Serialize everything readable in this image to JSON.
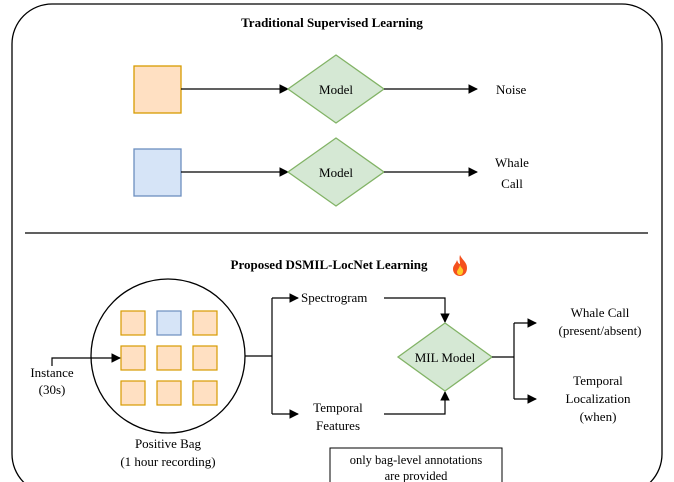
{
  "top_section": {
    "title": "Traditional Supervised Learning",
    "rows": [
      {
        "input_color": "#ffe0c2",
        "input_border": "#d79b00",
        "model_label": "Model",
        "output_lines": [
          "Noise"
        ]
      },
      {
        "input_color": "#d6e4f7",
        "input_border": "#6c8ebf",
        "model_label": "Model",
        "output_lines": [
          "Whale",
          "Call"
        ]
      }
    ]
  },
  "bottom_section": {
    "title": "Proposed DSMIL-LocNet Learning",
    "title_icon": "fire-icon",
    "instance_label_lines": [
      "Instance",
      "(30s)"
    ],
    "bag_label_lines": [
      "Positive Bag",
      "(1 hour recording)"
    ],
    "spectrogram_label": "Spectrogram",
    "temporal_features_lines": [
      "Temporal",
      "Features"
    ],
    "mil_model_label": "MIL Model",
    "output1_lines": [
      "Whale Call",
      "(present/absent)"
    ],
    "output2_lines": [
      "Temporal",
      "Localization",
      "(when)"
    ],
    "note_lines": [
      "only bag-level annotations",
      "are provided"
    ]
  },
  "colors": {
    "orange_fill": "#ffe0c2",
    "orange_border": "#d79b00",
    "blue_fill": "#d6e4f7",
    "blue_border": "#6c8ebf",
    "green_fill": "#d5e8d4",
    "green_border": "#82b366",
    "fire": "#f4511e"
  }
}
